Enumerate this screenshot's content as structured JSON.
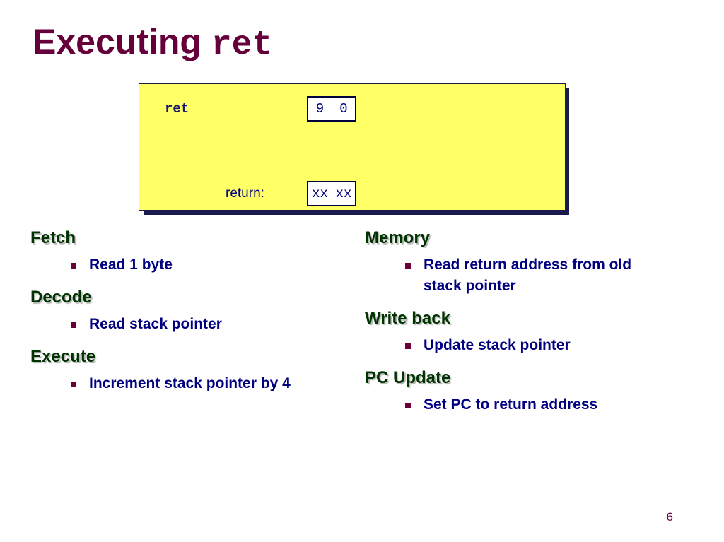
{
  "title": {
    "text": "Executing",
    "code": "ret"
  },
  "diagram": {
    "instruction": "ret",
    "instruction_bytes": [
      "9",
      "0"
    ],
    "return_label": "return:",
    "return_bytes": [
      "xx",
      "xx"
    ]
  },
  "left_column": {
    "stages": [
      {
        "name": "Fetch",
        "items": [
          "Read 1 byte"
        ]
      },
      {
        "name": "Decode",
        "items": [
          "Read stack pointer"
        ]
      },
      {
        "name": "Execute",
        "items": [
          "Increment stack pointer by 4"
        ]
      }
    ]
  },
  "right_column": {
    "stages": [
      {
        "name": "Memory",
        "items": [
          "Read return address from old stack pointer"
        ]
      },
      {
        "name": "Write back",
        "items": [
          "Update stack pointer"
        ]
      },
      {
        "name": "PC Update",
        "items": [
          "Set PC to return address"
        ]
      }
    ]
  },
  "page_number": "6",
  "colors": {
    "title": "#66003a",
    "stage_heading": "#003300",
    "body_text": "#000080",
    "diagram_background": "#ffff66",
    "bullet": "#6b0038"
  }
}
